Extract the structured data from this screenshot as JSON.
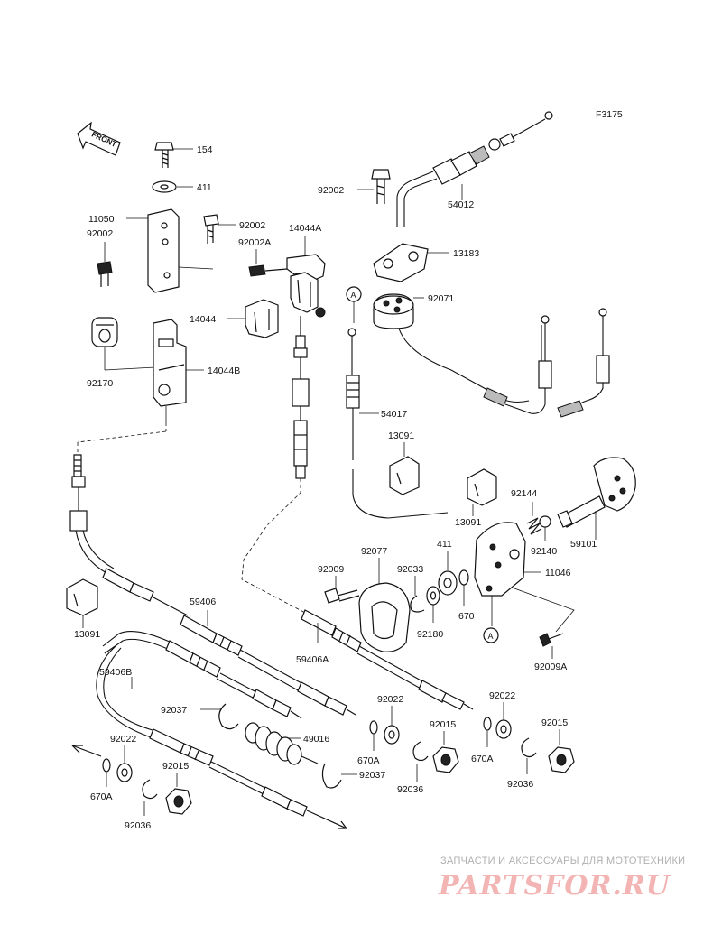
{
  "diagram": {
    "code": "F3175",
    "front_label": "FRONT",
    "callouts": {
      "c154": "154",
      "c411a": "411",
      "c11050": "11050",
      "c92002a": "92002",
      "c92002b": "92002",
      "c92002c": "92002",
      "c92002A": "92002A",
      "c14044A": "14044A",
      "c14044": "14044",
      "c14044B": "14044B",
      "c92170": "92170",
      "c54012": "54012",
      "c13183": "13183",
      "c92071": "92071",
      "c54017": "54017",
      "c13091a": "13091",
      "c13091b": "13091",
      "c13091c": "13091",
      "c92144": "92144",
      "c92140": "92140",
      "c59101": "59101",
      "c92077": "92077",
      "c411b": "411",
      "c11046": "11046",
      "c92009": "92009",
      "c92033": "92033",
      "c670a": "670",
      "c92180": "92180",
      "c92009A": "92009A",
      "c59406": "59406",
      "c59406A": "59406A",
      "c59406B": "59406B",
      "c92037a": "92037",
      "c92037b": "92037",
      "c49016": "49016",
      "c92022a": "92022",
      "c92022b": "92022",
      "c92022c": "92022",
      "c92015a": "92015",
      "c92015b": "92015",
      "c92015c": "92015",
      "c670Aa": "670A",
      "c670Ab": "670A",
      "c670Ac": "670A",
      "c92036a": "92036",
      "c92036b": "92036",
      "c92036c": "92036",
      "refA1": "A",
      "refA2": "A"
    }
  },
  "watermark": {
    "line1": "ЗАПЧАСТИ И АКСЕССУАРЫ ДЛЯ МОТОТЕХНИКИ",
    "line2": "PARTSFOR.RU"
  }
}
